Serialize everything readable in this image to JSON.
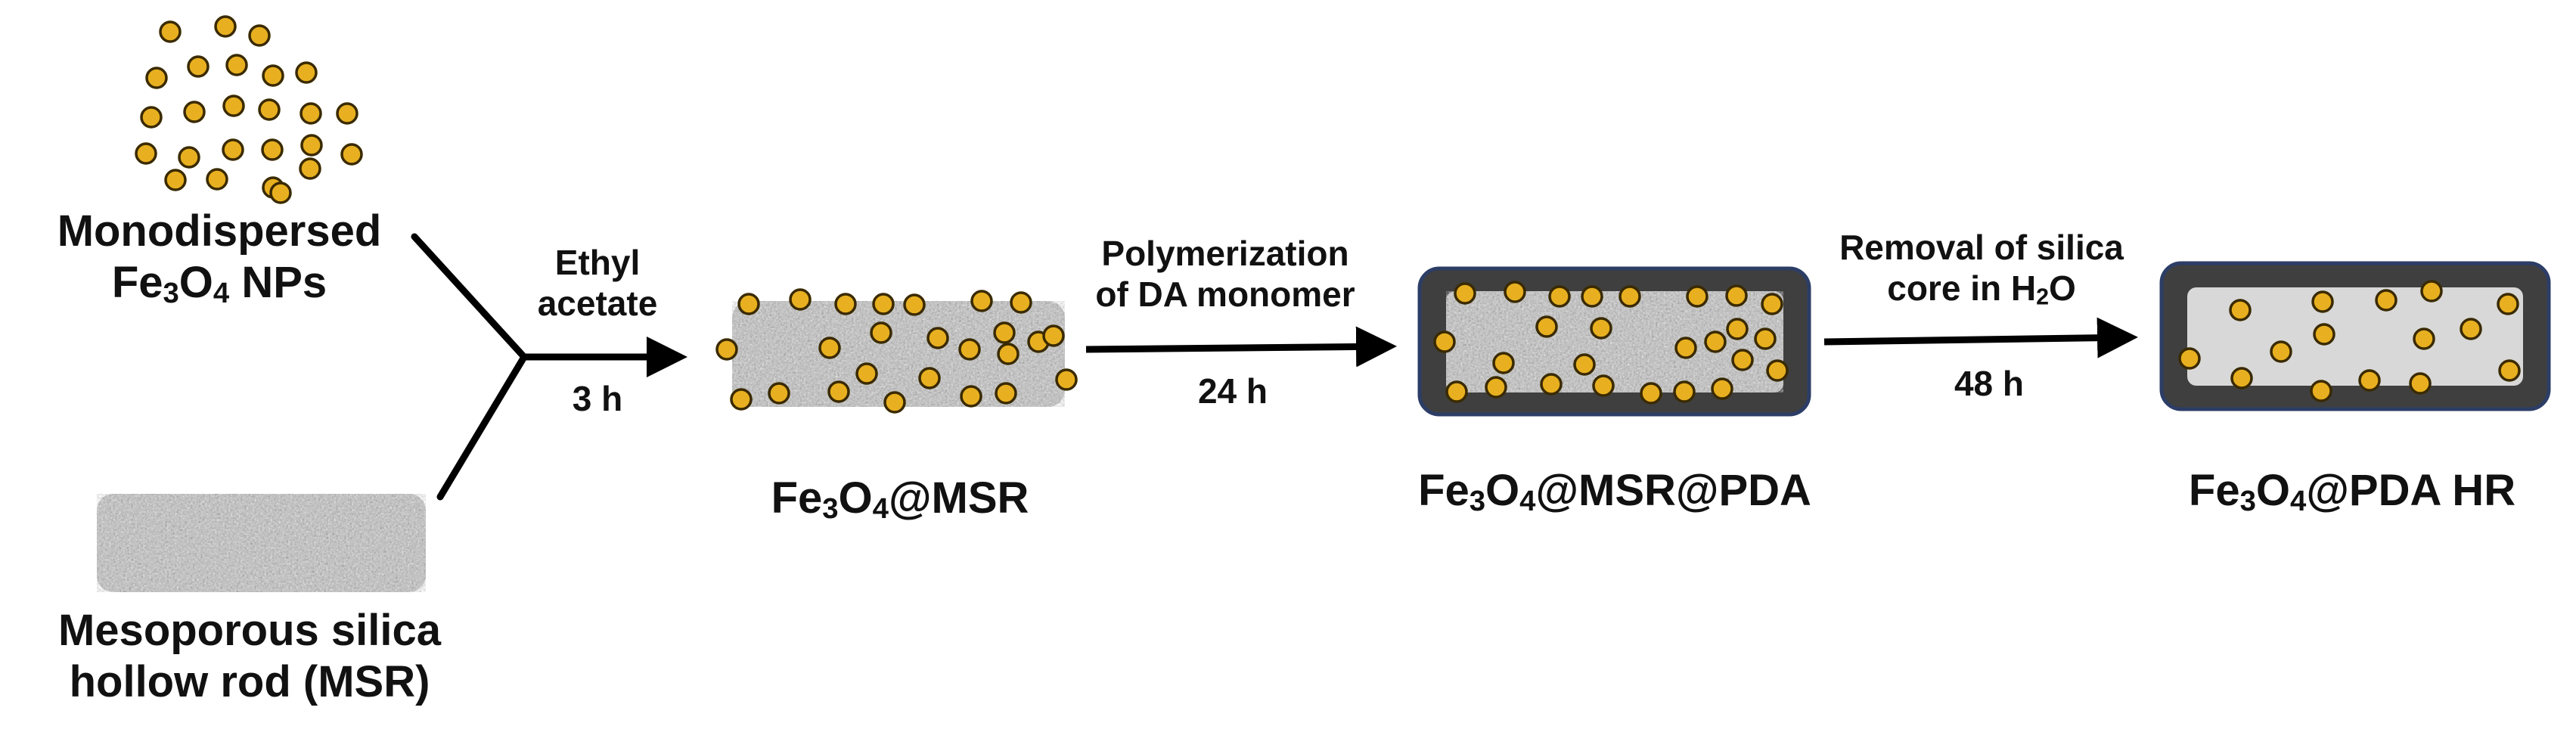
{
  "labels": {
    "nps_line1": "Monodispersed",
    "nps_fe": "Fe",
    "nps_sub3": "3",
    "nps_o": "O",
    "nps_sub4": "4",
    "nps_tail": " NPs",
    "msr_line1": "Mesoporous silica",
    "msr_line2": "hollow rod (MSR)",
    "step1_line1": "Ethyl",
    "step1_line2": "acetate",
    "step1_time": "3 h",
    "step2_line1": "Polymerization",
    "step2_line2": "of DA monomer",
    "step2_time": "24 h",
    "step3_line1": "Removal of silica",
    "step3_line2_pre": "core in H",
    "step3_sub2": "2",
    "step3_line2_post": "O",
    "step3_time": "48 h",
    "prod1_fe": "Fe",
    "prod1_sub3": "3",
    "prod1_o": "O",
    "prod1_sub4": "4",
    "prod1_tail": "@MSR",
    "prod2_fe": "Fe",
    "prod2_sub3": "3",
    "prod2_o": "O",
    "prod2_sub4": "4",
    "prod2_tail": "@MSR@PDA",
    "prod3_fe": "Fe",
    "prod3_sub3": "3",
    "prod3_o": "O",
    "prod3_sub4": "4",
    "prod3_tail": "@PDA HR"
  },
  "colors": {
    "nanoparticle_fill": "#E8B020",
    "nanoparticle_stroke": "#3a2a00",
    "silica_light": "#dcdcdc",
    "silica_dark": "#7a7a7a",
    "pda_shell": "#3f3f3f",
    "pda_border": "#2c3d66",
    "hollow_core": "#d8d8d8",
    "arrow": "#000000"
  }
}
